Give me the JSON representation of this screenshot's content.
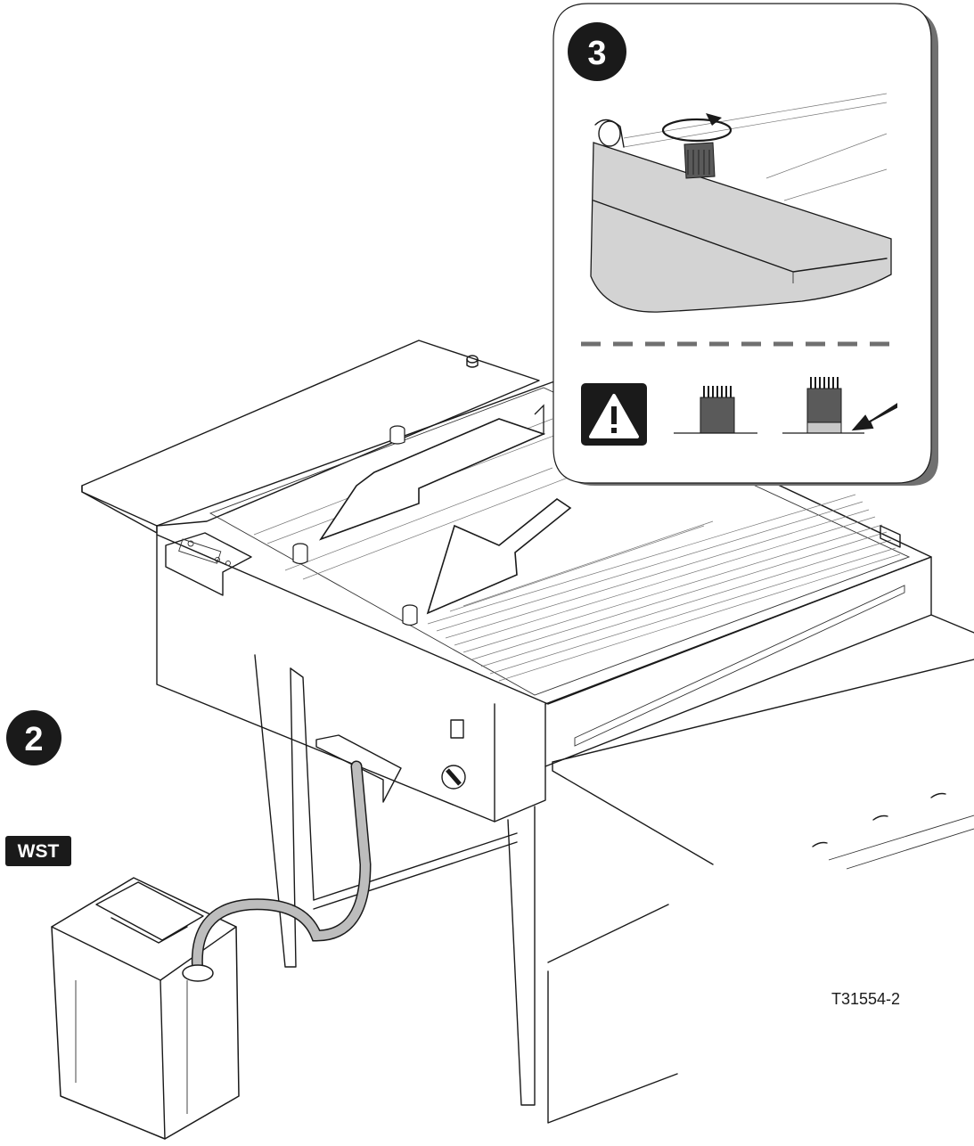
{
  "steps": {
    "step_2": "2",
    "step_3": "3"
  },
  "labels": {
    "wst": "WST",
    "figure_ref": "T31554-2"
  },
  "icons": {
    "warning": "warning-triangle-icon",
    "brush_new": "brush-new-icon",
    "brush_worn": "brush-worn-icon",
    "rotate": "rotate-arrow-icon"
  },
  "colors": {
    "ink": "#1a1a1a",
    "panel_shadow": "#707070",
    "fill_grey": "#d3d3d3",
    "brush_fill": "#5a5a5a",
    "worn_band": "#c8c8c8"
  }
}
